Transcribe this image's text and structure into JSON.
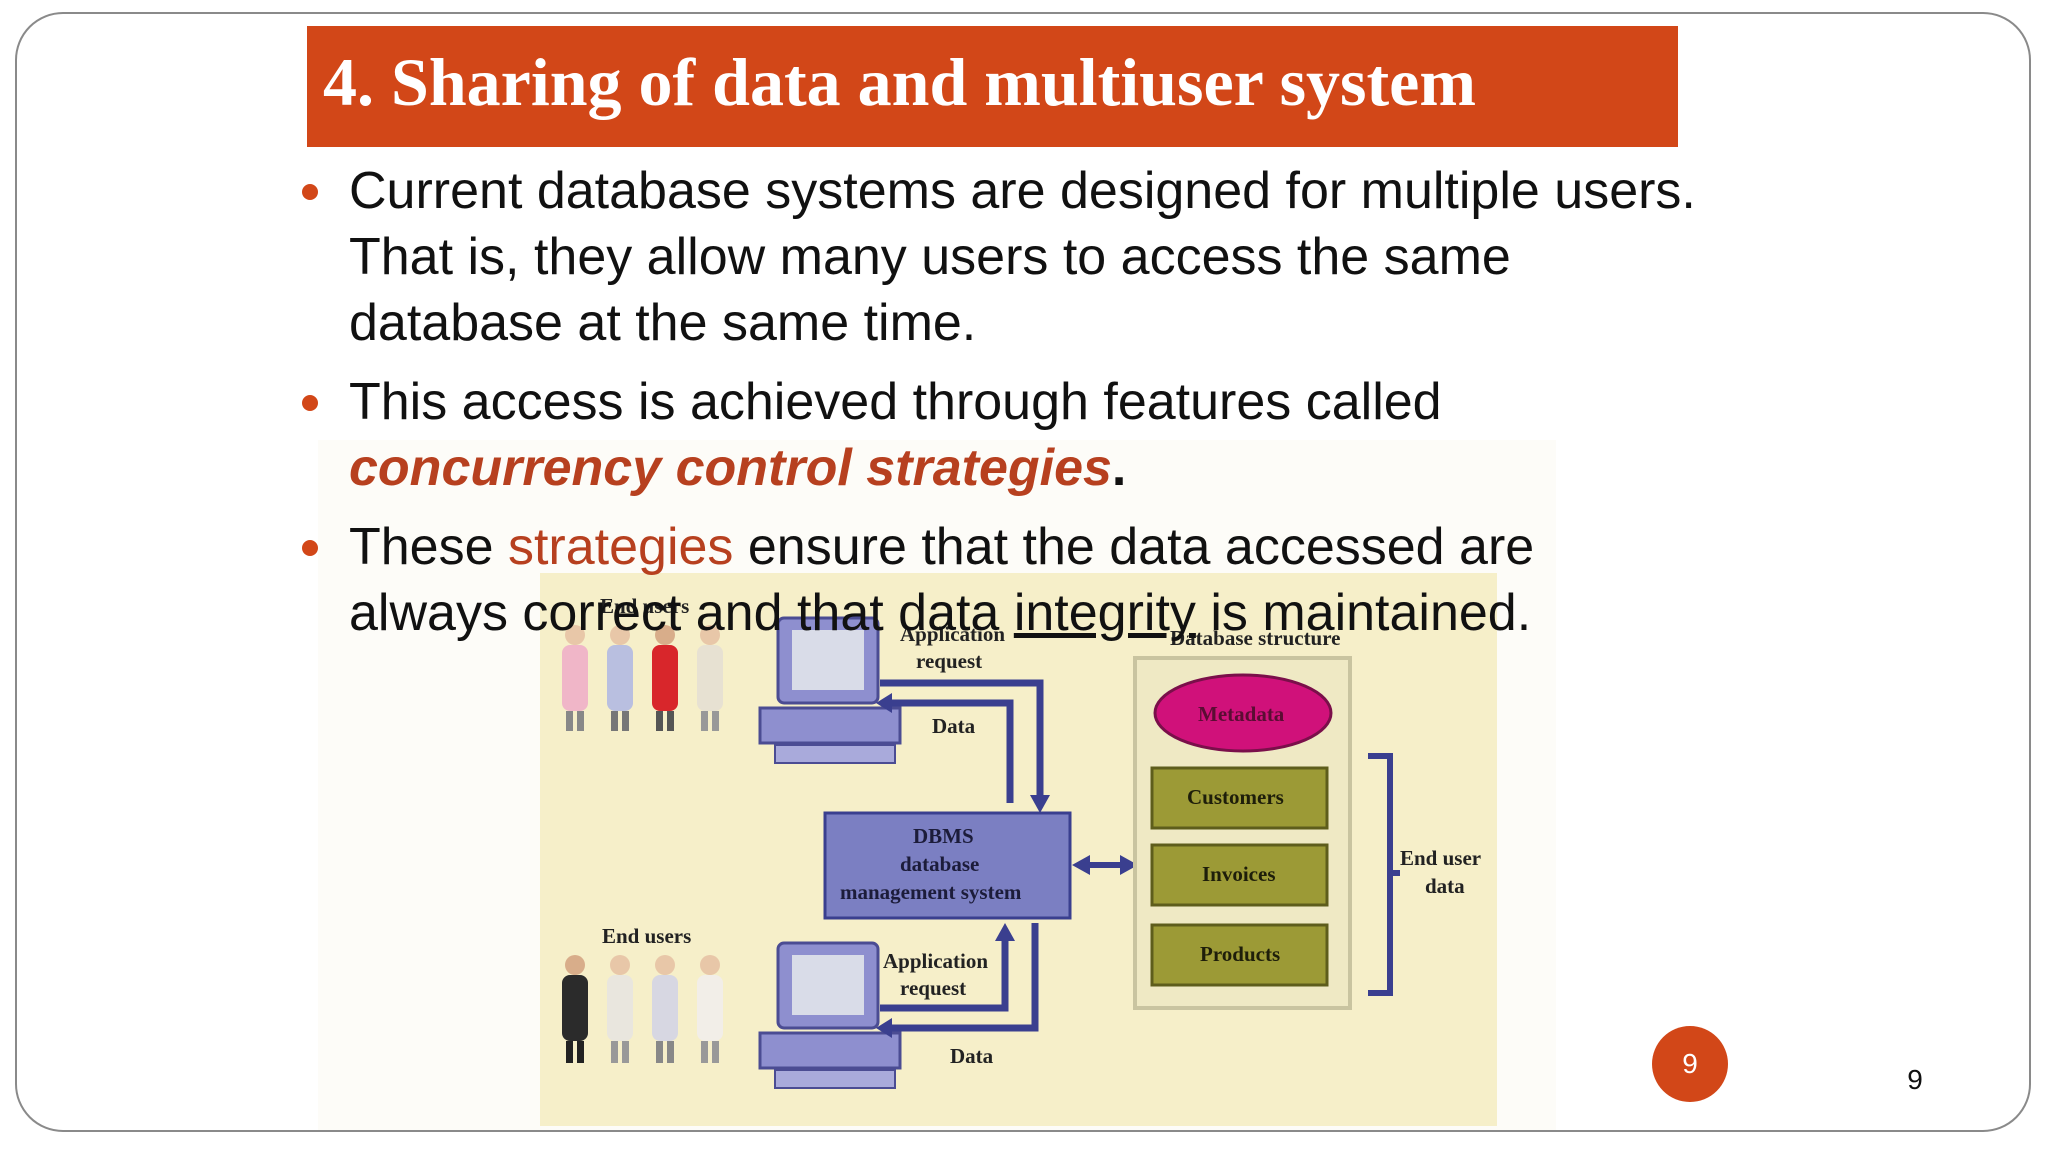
{
  "slide": {
    "title": "4. Sharing of data and multiuser system",
    "bullets": [
      {
        "text": "Current database systems are designed for multiple users. That is, they allow many users to access the same database at the same time."
      },
      {
        "lead": "This access is achieved through features called ",
        "emphasis": "concurrency control strategies",
        "tail": "."
      },
      {
        "part1": "These ",
        "highlight": "strategies",
        "part2": " ensure that the data accessed are always correct and that data ",
        "underlined": "integrity",
        "part3": " is maintained."
      }
    ],
    "page_badge": "9",
    "page_number": "9"
  },
  "diagram": {
    "end_users_top": "End users",
    "app_request_top_1": "Application",
    "app_request_top_2": "request",
    "data_top": "Data",
    "dbms_1": "DBMS",
    "dbms_2": "database",
    "dbms_3": "management system",
    "database_structure": "Database structure",
    "metadata": "Metadata",
    "customers": "Customers",
    "invoices": "Invoices",
    "products": "Products",
    "end_user_data_1": "End user",
    "end_user_data_2": "data",
    "end_users_bottom": "End users",
    "app_request_bottom_1": "Application",
    "app_request_bottom_2": "request",
    "data_bottom": "Data"
  },
  "colors": {
    "accent": "#d24718",
    "emphasis_text": "#b7401f",
    "diagram_bg": "#f6efc9",
    "dbms_box": "#7b7fc2",
    "arrow": "#3a3f8f",
    "metadata": "#d0117a",
    "table_box": "#9c9a36"
  }
}
